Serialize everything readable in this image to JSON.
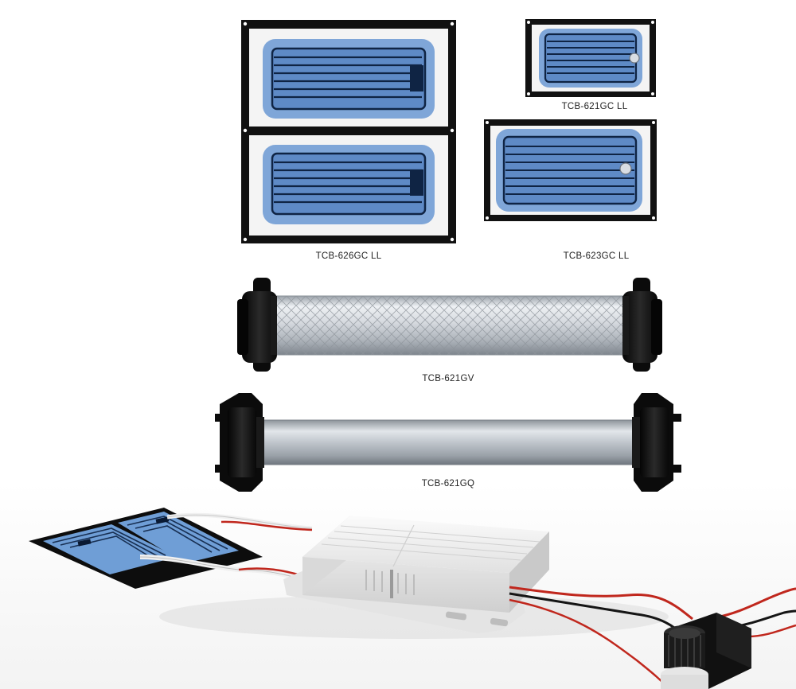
{
  "products": [
    {
      "id": "tcb-626gc-ll",
      "label": "TCB-626GC LL"
    },
    {
      "id": "tcb-621gc-ll",
      "label": "TCB-621GC LL"
    },
    {
      "id": "tcb-623gc-ll",
      "label": "TCB-623GC LL"
    },
    {
      "id": "tcb-621gv",
      "label": "TCB-621GV"
    },
    {
      "id": "tcb-621gq",
      "label": "TCB-621GQ"
    }
  ],
  "colors": {
    "frame": "#111111",
    "panel_blue": "#7fa6d8",
    "panel_blue_deep": "#5e8ac6",
    "electrode": "#0f2444",
    "tube_glass": "#c9ced4",
    "wire_red": "#c0271d",
    "wire_black": "#151515",
    "housing": "#eeeeee"
  }
}
